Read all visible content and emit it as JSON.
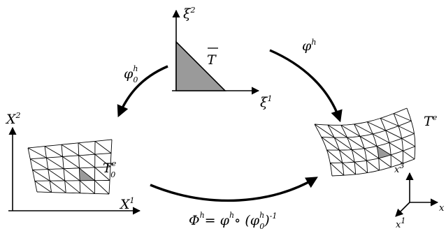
{
  "reference": {
    "xi2": "ξ",
    "xi2_sup": "2",
    "xi1": "ξ",
    "xi1_sup": "1",
    "T_bar": "T"
  },
  "left_mesh": {
    "X2": "X",
    "X2_sup": "2",
    "X1": "X",
    "X1_sup": "1",
    "T0e": "T",
    "T0e_sup": "e",
    "T0e_sub": "0"
  },
  "right_mesh": {
    "Te": "T",
    "Te_sup": "e",
    "x3": "x",
    "x3_sup": "3",
    "x1": "x",
    "x1_sup": "1",
    "x2": "x"
  },
  "maps": {
    "phi0h": "φ",
    "phi0h_sup": "h",
    "phi0h_sub": "0",
    "phih": "φ",
    "phih_sup": "h",
    "Phi_main": "Φ",
    "Phi_sup": "h",
    "Phi_eq": "= φ",
    "Phi_eq_sup": "h",
    "Phi_compose": "∘ (φ",
    "Phi_inner_sup": "h",
    "Phi_inner_sub": "0",
    "Phi_close": ")",
    "Phi_exp": "-1"
  },
  "colors": {
    "fill_gray": "#9a9a9a",
    "line": "#000000"
  }
}
